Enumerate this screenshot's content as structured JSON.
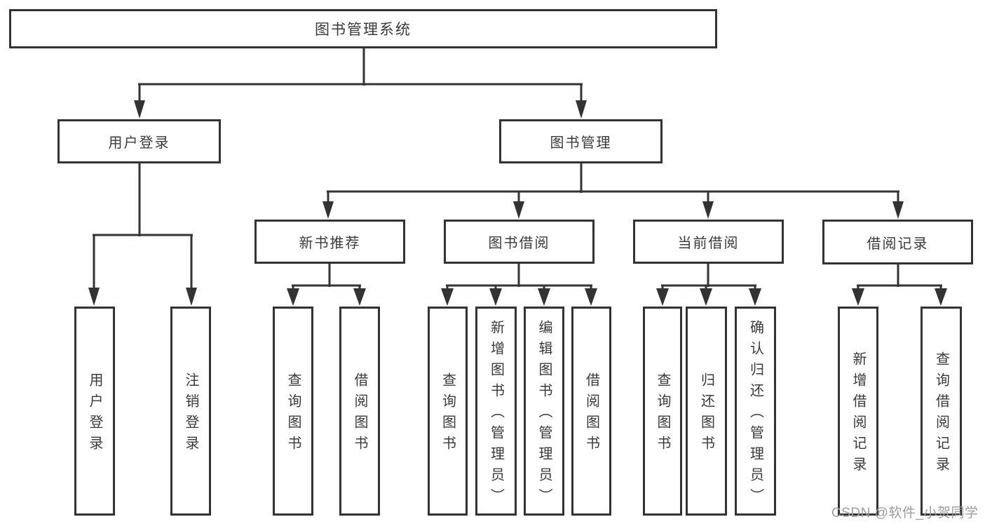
{
  "tree": {
    "label": "图书管理系统",
    "children": [
      {
        "label": "用户登录",
        "children": [
          {
            "label": "用户登录"
          },
          {
            "label": "注销登录"
          }
        ]
      },
      {
        "label": "图书管理",
        "children": [
          {
            "label": "新书推荐",
            "children": [
              {
                "label": "查询图书"
              },
              {
                "label": "借阅图书"
              }
            ]
          },
          {
            "label": "图书借阅",
            "children": [
              {
                "label": "查询图书"
              },
              {
                "label": "新增图书（管理员）"
              },
              {
                "label": "编辑图书（管理员）"
              },
              {
                "label": "借阅图书"
              }
            ]
          },
          {
            "label": "当前借阅",
            "children": [
              {
                "label": "查询图书"
              },
              {
                "label": "归还图书"
              },
              {
                "label": "确认归还（管理员）"
              }
            ]
          },
          {
            "label": "借阅记录",
            "children": [
              {
                "label": "新增借阅记录"
              },
              {
                "label": "查询借阅记录"
              }
            ]
          }
        ]
      }
    ]
  },
  "watermark": {
    "text": "CSDN @软件_小贺同学"
  },
  "colors": {
    "background": "#ffffff",
    "line": "#333333",
    "box_border": "#333333",
    "text": "#3a3a3a",
    "watermark": "#9e9e9e"
  }
}
